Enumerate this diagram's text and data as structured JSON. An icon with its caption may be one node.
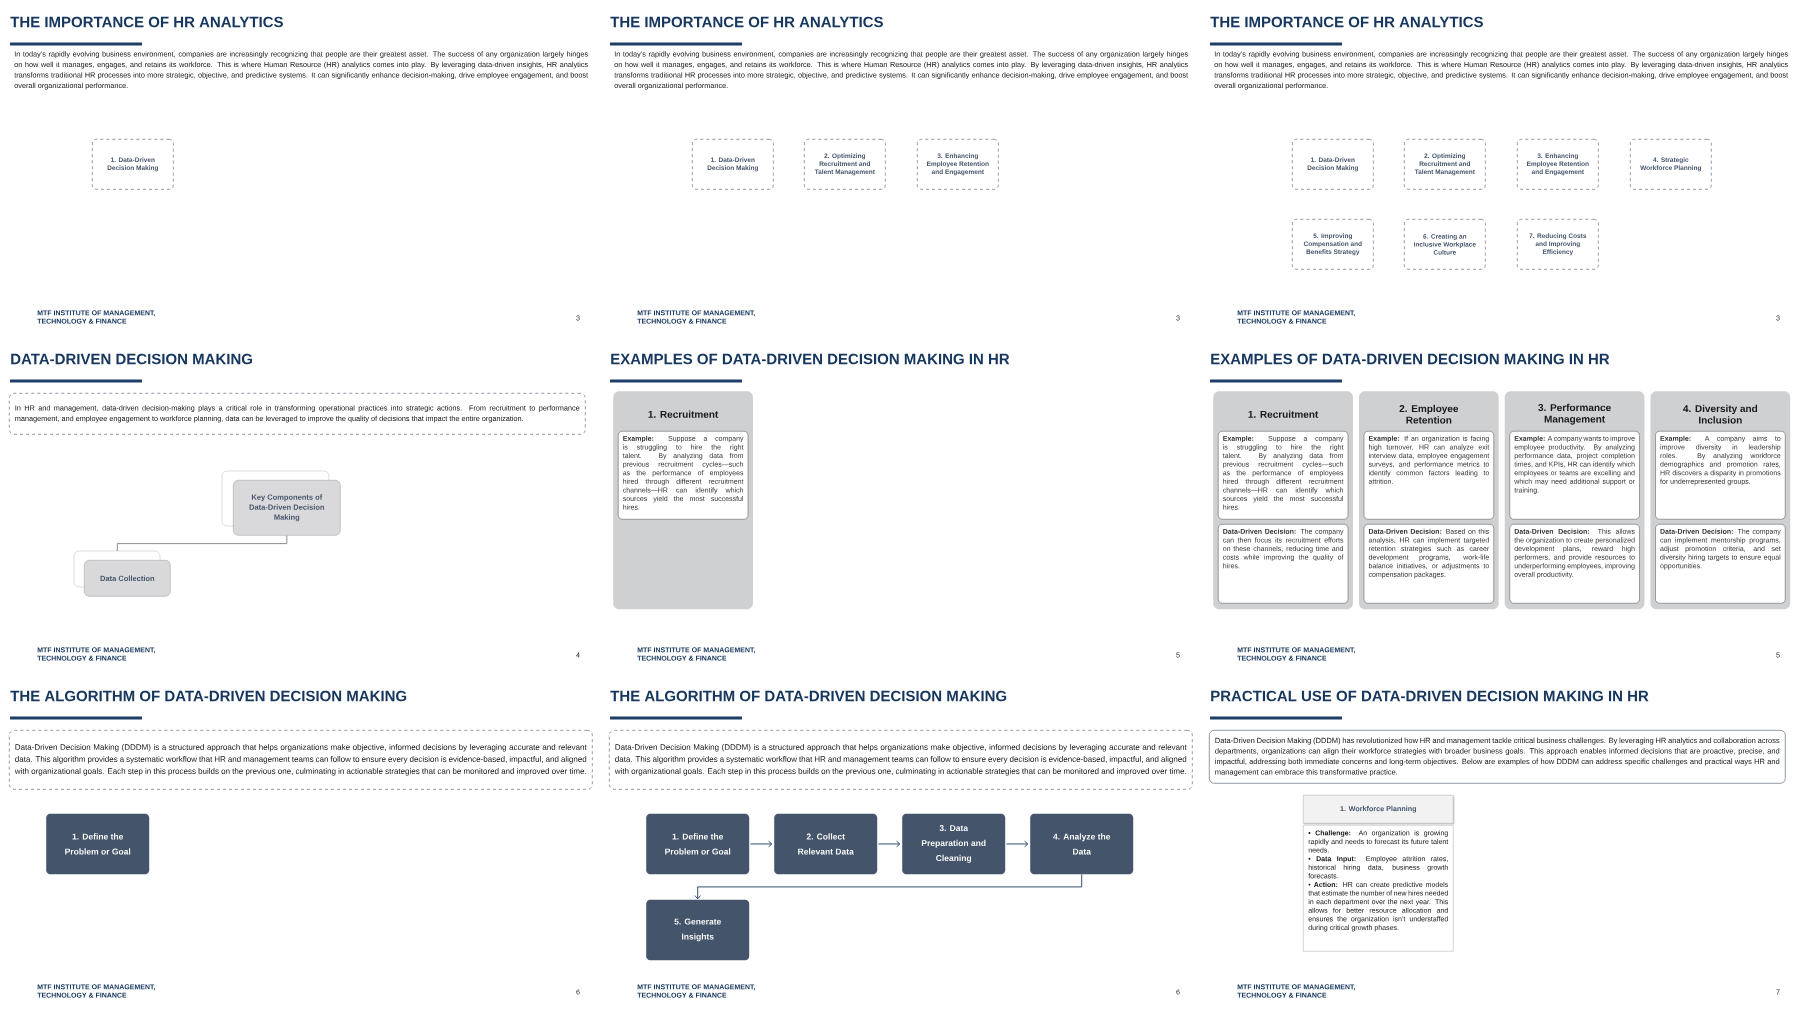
{
  "diagram": {
    "nodes": [
      {
        "text": [
          "1. Data-Driven Decision Making"
        ]
      },
      {
        "text": [
          "1. Data-Driven Decision Making"
        ]
      },
      {
        "text": [
          "2. Optimizing Recruitment and Talent Management"
        ]
      },
      {
        "text": [
          "3. Enhancing Employee Retention and Engagement"
        ]
      },
      {
        "text": [
          "1. Data-Driven Decision Making"
        ]
      },
      {
        "text": [
          "2. Optimizing Recruitment and Talent Management"
        ]
      },
      {
        "text": [
          "3. Enhancing Employee Retention and Engagement"
        ]
      },
      {
        "text": [
          "4. Strategic Workforce Planning"
        ]
      },
      {
        "text": [
          "5. Improving Compensation and Benefits Strategy"
        ]
      },
      {
        "text": [
          "6. Creating an Inclusive Workplace Culture"
        ]
      },
      {
        "text": [
          "7. Reducing Costs and Improving Efficiency"
        ]
      },
      {
        "text": [
          "In HR and management, data-driven decision-making plays a critical role in transforming operational practices into strategic actions. From recruitment to performance management, and employee engagement to workforce planning, data can be leveraged to improve the quality of decisions that impact the entire organization."
        ]
      },
      {
        "text": [
          "Key Components of Data-Driven Decision Making"
        ]
      },
      {
        "text": [
          "Data Collection"
        ]
      },
      {
        "text": [
          "1. Recruitment"
        ]
      },
      {
        "text": [
          "**Example:** Suppose a company is struggling to hire the right talent. By analyzing data from previous recruitment cycles—such as the performance of employees hired through different recruitment channels—HR can identify which sources yield the most successful hires."
        ],
        "in": 14
      },
      {
        "text": [
          "1. Recruitment"
        ]
      },
      {
        "text": [
          "**Example:** Suppose a company is struggling to hire the right talent. By analyzing data from previous recruitment cycles—such as the performance of employees hired through different recruitment channels—HR can identify which sources yield the most successful hires."
        ],
        "in": 16
      },
      {
        "text": [
          "**Data-Driven Decision:** The company can then focus its recruitment efforts on these channels, reducing time and costs while improving the quality of hires."
        ],
        "in": 16
      },
      {
        "text": [
          "2. Employee Retention"
        ]
      },
      {
        "text": [
          "**Example:** If an organization is facing high turnover, HR can analyze exit interview data, employee engagement surveys, and performance metrics to identify common factors leading to attrition."
        ],
        "in": 19
      },
      {
        "text": [
          "**Data-Driven Decision:** Based on this analysis, HR can implement targeted retention strategies such as career development programs, work-life balance initiatives, or adjustments to compensation packages."
        ],
        "in": 19
      },
      {
        "text": [
          "3. Performance Management"
        ]
      },
      {
        "text": [
          "**Example:** A company wants to improve employee productivity. By analyzing performance data, project completion times, and KPIs, HR can identify which employees or teams are excelling and which may need additional support or training."
        ],
        "in": 22
      },
      {
        "text": [
          "**Data-Driven Decision:** This allows the organization to create personalized development plans, reward high performers, and provide resources to underperforming employees, improving overall productivity."
        ],
        "in": 22
      },
      {
        "text": [
          "4. Diversity and Inclusion"
        ]
      },
      {
        "text": [
          "**Example:** A company aims to improve diversity in leadership roles. By analyzing workforce demographics and promotion rates, HR discovers a disparity in promotions for underrepresented groups."
        ],
        "in": 25
      },
      {
        "text": [
          "**Data-Driven Decision:** The company can implement mentorship programs, adjust promotion criteria, and set diversity hiring targets to ensure equal opportunities."
        ],
        "in": 25
      },
      {
        "text": [
          "Data-Driven Decision Making (DDDM) is a structured approach that helps organizations make objective, informed decisions by leveraging accurate and relevant data. This algorithm provides a systematic workflow that HR and management teams can follow to ensure every decision is evidence-based, impactful, and aligned with organizational goals. Each step in this process builds on the previous one, culminating in actionable strategies that can be monitored and improved over time."
        ]
      },
      {
        "text": [
          "1. Define the Problem or Goal"
        ]
      },
      {
        "text": [
          "Data-Driven Decision Making (DDDM) is a structured approach that helps organizations make objective, informed decisions by leveraging accurate and relevant data. This algorithm provides a systematic workflow that HR and management teams can follow to ensure every decision is evidence-based, impactful, and aligned with organizational goals. Each step in this process builds on the previous one, culminating in actionable strategies that can be monitored and improved over time."
        ]
      },
      {
        "text": [
          "1. Define the Problem or Goal"
        ]
      },
      {
        "text": [
          "2. Collect Relevant Data"
        ]
      },
      {
        "text": [
          "3. Data Preparation and Cleaning"
        ]
      },
      {
        "text": [
          "4. Analyze the Data"
        ]
      },
      {
        "text": [
          "5. Generate Insights"
        ]
      },
      {
        "text": [
          "Data-Driven Decision Making (DDDM) has revolutionized how HR and management tackle critical business challenges. By leveraging HR analytics and collaboration across departments, organizations can align their workforce strategies with broader business goals. This approach enables informed decisions that are proactive, precise, and impactful, addressing both immediate concerns and long-term objectives. Below are examples of how DDDM can address specific challenges and practical ways HR and management can embrace this transformative practice."
        ]
      },
      {
        "text": [
          "1. Workforce Planning"
        ]
      },
      {
        "text": [
          "• **Challenge:** An organization is growing rapidly and needs to forecast its future talent needs.",
          "• **Data Input:** Employee attrition rates, historical hiring data, business growth forecasts.",
          "• **Action:** HR can create predictive models that estimate the number of new hires needed in each department over the next year. This allows for better resource allocation and ensures the organization isn’t understaffed during critical growth phases."
        ]
      }
    ],
    "edges": [
      {
        "from": 12,
        "to": 13,
        "arrow": "none",
        "color": "#7f7f7f"
      },
      {
        "from": 31,
        "to": 32,
        "arrow": "to"
      },
      {
        "from": 32,
        "to": 33,
        "arrow": "to"
      },
      {
        "from": 33,
        "to": 34,
        "arrow": "to"
      },
      {
        "from": 34,
        "to": 35,
        "arrow": "to"
      }
    ],
    "labels": [
      "THE IMPORTANCE OF HR ANALYTICS",
      "In today’s rapidly evolving business environment, companies are increasingly recognizing that people are their greatest asset. The success of any organization largely hinges on how well it manages, engages, and retains its workforce. This is where Human Resource (HR) analytics comes into play. By leveraging data-driven insights, HR analytics transforms traditional HR processes into more strategic, objective, and predictive systems. It can significantly enhance decision-making, drive employee engagement, and boost overall organizational performance.",
      "MTF INSTITUTE OF MANAGEMENT, TECHNOLOGY & FINANCE",
      "3",
      "THE IMPORTANCE OF HR ANALYTICS",
      "In today’s rapidly evolving business environment, companies are increasingly recognizing that people are their greatest asset. The success of any organization largely hinges on how well it manages, engages, and retains its workforce. This is where Human Resource (HR) analytics comes into play. By leveraging data-driven insights, HR analytics transforms traditional HR processes into more strategic, objective, and predictive systems. It can significantly enhance decision-making, drive employee engagement, and boost overall organizational performance.",
      "MTF INSTITUTE OF MANAGEMENT, TECHNOLOGY & FINANCE",
      "3",
      "THE IMPORTANCE OF HR ANALYTICS",
      "In today’s rapidly evolving business environment, companies are increasingly recognizing that people are their greatest asset. The success of any organization largely hinges on how well it manages, engages, and retains its workforce. This is where Human Resource (HR) analytics comes into play. By leveraging data-driven insights, HR analytics transforms traditional HR processes into more strategic, objective, and predictive systems. It can significantly enhance decision-making, drive employee engagement, and boost overall organizational performance.",
      "MTF INSTITUTE OF MANAGEMENT, TECHNOLOGY & FINANCE",
      "3",
      "DATA-DRIVEN DECISION MAKING",
      "MTF INSTITUTE OF MANAGEMENT, TECHNOLOGY & FINANCE",
      "4",
      "EXAMPLES OF DATA-DRIVEN DECISION MAKING IN HR",
      "MTF INSTITUTE OF MANAGEMENT, TECHNOLOGY & FINANCE",
      "5",
      "EXAMPLES OF DATA-DRIVEN DECISION MAKING IN HR",
      "MTF INSTITUTE OF MANAGEMENT, TECHNOLOGY & FINANCE",
      "5",
      "THE ALGORITHM OF DATA-DRIVEN DECISION MAKING",
      "MTF INSTITUTE OF MANAGEMENT, TECHNOLOGY & FINANCE",
      "6",
      "THE ALGORITHM OF DATA-DRIVEN DECISION MAKING",
      "MTF INSTITUTE OF MANAGEMENT, TECHNOLOGY & FINANCE",
      "6",
      "PRACTICAL USE OF DATA-DRIVEN DECISION MAKING IN HR",
      "MTF INSTITUTE OF MANAGEMENT, TECHNOLOGY & FINANCE",
      "7"
    ]
  }
}
